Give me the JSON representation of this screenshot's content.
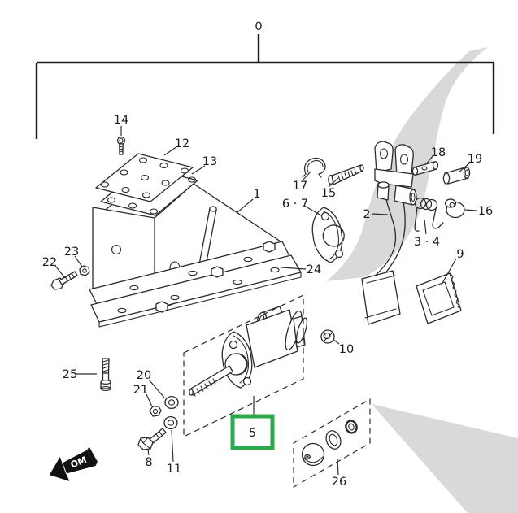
{
  "figure": {
    "type": "exploded-parts-diagram",
    "root_label": "0",
    "highlighted_part": "5",
    "om_badge": "OM",
    "colors": {
      "line": "#2b2b2b",
      "shade": "#d9d9d9",
      "highlight_green": "#2ca94c",
      "background": "#ffffff",
      "badge_bg": "#111111",
      "badge_text": "#ffffff"
    }
  },
  "callouts": [
    "0",
    "14",
    "12",
    "13",
    "1",
    "17",
    "15",
    "6 · 7",
    "2",
    "18",
    "19",
    "16",
    "3 · 4",
    "9",
    "22",
    "23",
    "24",
    "25",
    "20",
    "21",
    "10",
    "8",
    "11",
    "5",
    "26"
  ]
}
